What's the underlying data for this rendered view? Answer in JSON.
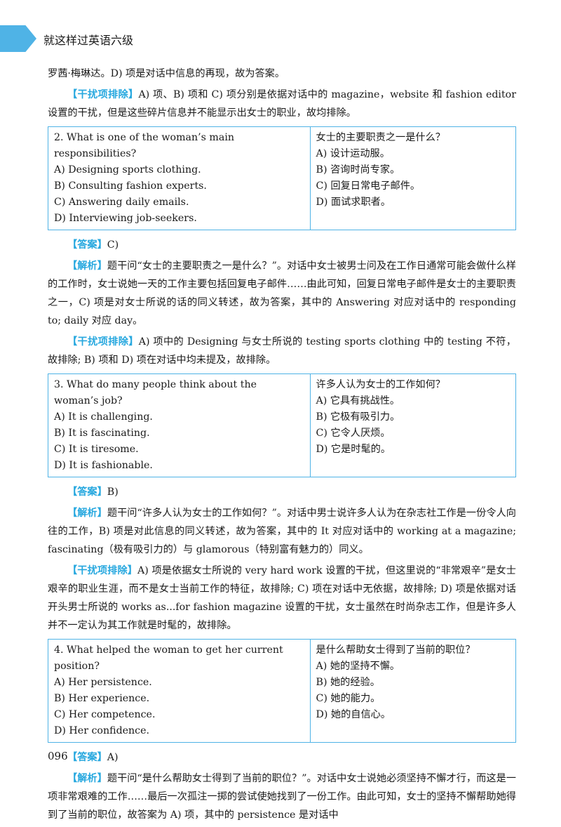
{
  "header": {
    "title": "就这样过英语六级"
  },
  "intro": {
    "line1": "罗茜·梅琳达。D) 项是对话中信息的再现，故为答案。",
    "distractor_tag": "干扰项排除",
    "distractor_text": "A) 项、B) 项和 C) 项分别是依据对话中的 magazine，website 和 fashion editor 设置的干扰，但是这些碎片信息并不能显示出女士的职业，故均排除。"
  },
  "questions": [
    {
      "en": [
        "2. What is one of the woman’s main responsibilities?",
        "A) Designing sports clothing.",
        "B) Consulting fashion experts.",
        "C) Answering daily emails.",
        "D) Interviewing job-seekers."
      ],
      "zh": [
        "女士的主要职责之一是什么？",
        "A) 设计运动服。",
        "B) 咨询时尚专家。",
        "C) 回复日常电子邮件。",
        "D) 面试求职者。"
      ],
      "answer_tag": "答案",
      "answer": "C)",
      "analysis_tag": "解析",
      "analysis": "题干问“女士的主要职责之一是什么？”。对话中女士被男士问及在工作日通常可能会做什么样的工作时，女士说她一天的工作主要包括回复电子邮件……由此可知，回复日常电子邮件是女士的主要职责之一，C) 项是对女士所说的话的同义转述，故为答案，其中的 Answering 对应对话中的 responding to; daily 对应 day。",
      "distractor_tag": "干扰项排除",
      "distractor": "A) 项中的 Designing 与女士所说的 testing sports clothing 中的 testing 不符，故排除; B) 项和 D) 项在对话中均未提及，故排除。"
    },
    {
      "en": [
        "3. What do many people think about the woman’s job?",
        "A) It is challenging.",
        "B) It is fascinating.",
        "C) It is tiresome.",
        "D) It is fashionable."
      ],
      "zh": [
        "许多人认为女士的工作如何？",
        "A) 它具有挑战性。",
        "B) 它极有吸引力。",
        "C) 它令人厌烦。",
        "D) 它是时髦的。"
      ],
      "answer_tag": "答案",
      "answer": "B)",
      "analysis_tag": "解析",
      "analysis": "题干问“许多人认为女士的工作如何？”。对话中男士说许多人认为在杂志社工作是一份令人向往的工作，B) 项是对此信息的同义转述，故为答案，其中的 It 对应对话中的 working at a magazine; fascinating（极有吸引力的）与 glamorous（特别富有魅力的）同义。",
      "distractor_tag": "干扰项排除",
      "distractor": "A) 项是依据女士所说的 very hard work 设置的干扰，但这里说的“非常艰辛”是女士艰辛的职业生涯，而不是女士当前工作的特征，故排除; C) 项在对话中无依据，故排除; D) 项是依据对话开头男士所说的 works as...for fashion magazine 设置的干扰，女士虽然在时尚杂志工作，但是许多人并不一定认为其工作就是时髦的，故排除。"
    },
    {
      "en": [
        "4. What helped the woman to get her current position?",
        "A) Her persistence.",
        "B) Her experience.",
        "C) Her competence.",
        "D) Her confidence."
      ],
      "zh": [
        "是什么帮助女士得到了当前的职位？",
        "A) 她的坚持不懈。",
        "B) 她的经验。",
        "C) 她的能力。",
        "D) 她的自信心。"
      ],
      "answer_tag": "答案",
      "answer": "A)",
      "analysis_tag": "解析",
      "analysis": "题干问“是什么帮助女士得到了当前的职位？”。对话中女士说她必须坚持不懈才行，而这是一项非常艰难的工作……最后一次孤注一掷的尝试使她找到了一份工作。由此可知，女士的坚持不懈帮助她得到了当前的职位，故答案为 A) 项，其中的 persistence 是对话中"
    }
  ],
  "page_number": "096"
}
